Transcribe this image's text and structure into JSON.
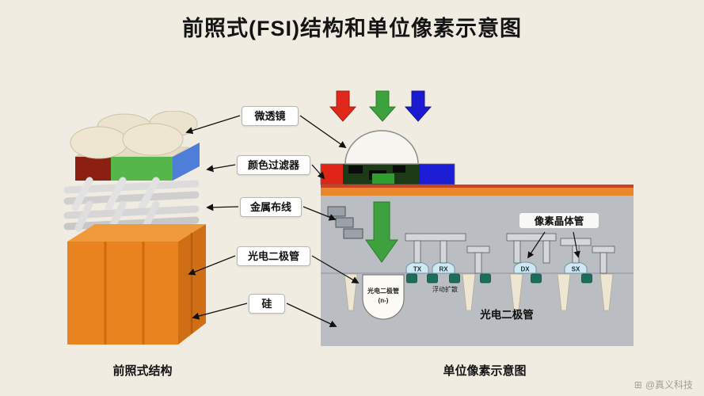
{
  "title": "前照式(FSI)结构和单位像素示意图",
  "labels": {
    "microlens": "微透镜",
    "color_filter": "颜色过滤器",
    "metal_wiring": "金属布线",
    "photodiode": "光电二极管",
    "silicon": "硅"
  },
  "cross_section": {
    "gates": [
      "TX",
      "RX",
      "DX",
      "SX"
    ],
    "pixel_transistor_label": "像素晶体管",
    "photodiode_blob_line1": "光电二极管",
    "photodiode_blob_line2": "(n-)",
    "floating_diffusion_label": "浮动扩散",
    "photodiode_region_label": "光电二极管"
  },
  "captions": {
    "left": "前照式结构",
    "right": "单位像素示意图"
  },
  "watermark": {
    "icon": "⊞",
    "text": "@真义科技"
  },
  "colors": {
    "background": "#f1ece2",
    "silicon_orange": "#e8831f",
    "arrow_red": "#e0271b",
    "arrow_green": "#3da23d",
    "arrow_blue": "#1a1ad0",
    "bulk_gray": "#babdc1",
    "gate_cap_blue": "#cfe8f2",
    "diffusion_teal": "#1d6d5c",
    "filter_maroon": "#8a1f12",
    "filter_green": "#55b649",
    "filter_blue": "#4d7fd9",
    "lens_cream": "#ece3cf"
  }
}
